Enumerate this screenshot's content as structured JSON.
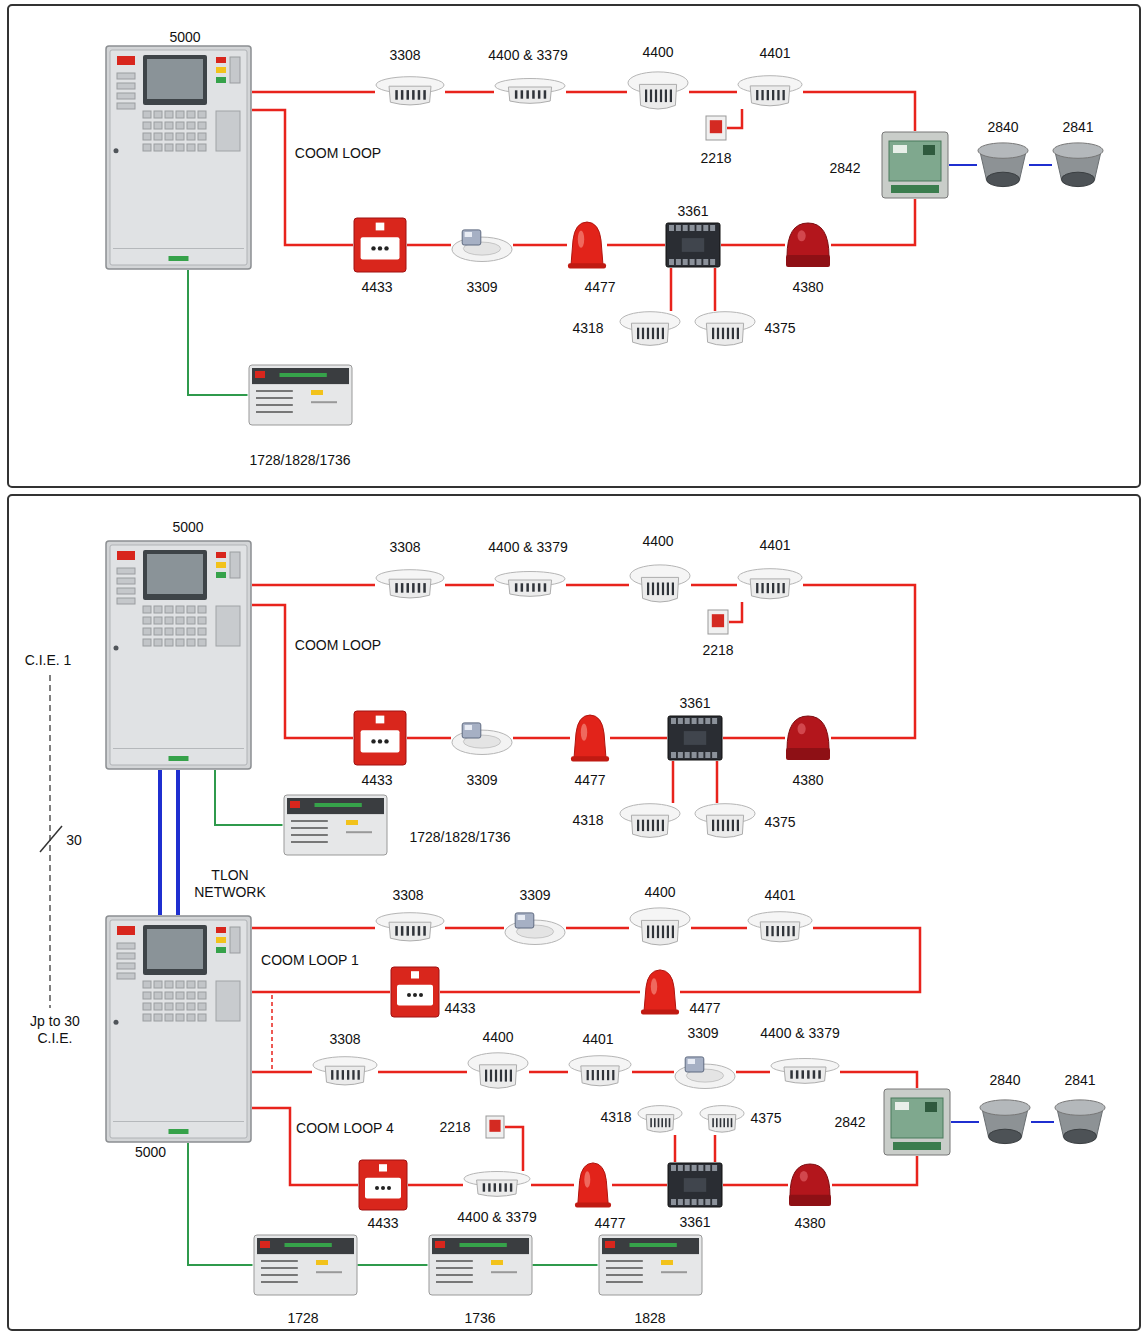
{
  "diagram": {
    "nodes": [
      {
        "text": [
          "5000"
        ]
      },
      {
        "text": [
          "3308"
        ]
      },
      {
        "text": [
          "4400 & 3379"
        ]
      },
      {
        "text": [
          "4400"
        ]
      },
      {
        "text": [
          "4401"
        ]
      },
      {
        "text": [
          "2218"
        ]
      },
      {
        "text": [
          "2842"
        ]
      },
      {
        "text": [
          "2840"
        ]
      },
      {
        "text": [
          "2841"
        ]
      },
      {
        "text": [
          "4433"
        ]
      },
      {
        "text": [
          "3309"
        ]
      },
      {
        "text": [
          "4477"
        ]
      },
      {
        "text": [
          "3361"
        ]
      },
      {
        "text": [
          "4318"
        ]
      },
      {
        "text": [
          "4375"
        ]
      },
      {
        "text": [
          "4380"
        ]
      },
      {
        "text": [
          "1728/1828/1736"
        ]
      },
      {
        "text": [
          "5000"
        ]
      },
      {
        "text": [
          "3308"
        ]
      },
      {
        "text": [
          "4400 & 3379"
        ]
      },
      {
        "text": [
          "4400"
        ]
      },
      {
        "text": [
          "4401"
        ]
      },
      {
        "text": [
          "2218"
        ]
      },
      {
        "text": [
          "4433"
        ]
      },
      {
        "text": [
          "3309"
        ]
      },
      {
        "text": [
          "4477"
        ]
      },
      {
        "text": [
          "3361"
        ]
      },
      {
        "text": [
          "4318"
        ]
      },
      {
        "text": [
          "4375"
        ]
      },
      {
        "text": [
          "4380"
        ]
      },
      {
        "text": [
          "1728/1828/1736"
        ]
      },
      {
        "text": [
          "5000"
        ]
      },
      {
        "text": [
          "3308"
        ]
      },
      {
        "text": [
          "3309"
        ]
      },
      {
        "text": [
          "4400"
        ]
      },
      {
        "text": [
          "4401"
        ]
      },
      {
        "text": [
          "4433"
        ]
      },
      {
        "text": [
          "4477"
        ]
      },
      {
        "text": [
          "3308"
        ]
      },
      {
        "text": [
          "4400"
        ]
      },
      {
        "text": [
          "4401"
        ]
      },
      {
        "text": [
          "3309"
        ]
      },
      {
        "text": [
          "4400 & 3379"
        ]
      },
      {
        "text": [
          "2842"
        ]
      },
      {
        "text": [
          "2840"
        ]
      },
      {
        "text": [
          "2841"
        ]
      },
      {
        "text": [
          "4318"
        ]
      },
      {
        "text": [
          "4375"
        ]
      },
      {
        "text": [
          "4433"
        ]
      },
      {
        "text": [
          "4400 & 3379"
        ]
      },
      {
        "text": [
          "2218"
        ]
      },
      {
        "text": [
          "4477"
        ]
      },
      {
        "text": [
          "3361"
        ]
      },
      {
        "text": [
          "4380"
        ]
      },
      {
        "text": [
          "1728"
        ]
      },
      {
        "text": [
          "1736"
        ]
      },
      {
        "text": [
          "1828"
        ]
      }
    ],
    "edges": [
      {
        "from": 0,
        "to": 1,
        "arrow": "none"
      },
      {
        "from": 1,
        "to": 2,
        "arrow": "none"
      },
      {
        "from": 2,
        "to": 3,
        "arrow": "none"
      },
      {
        "from": 3,
        "to": 4,
        "arrow": "none"
      },
      {
        "from": 4,
        "to": 6,
        "arrow": "none"
      },
      {
        "from": 4,
        "to": 5,
        "arrow": "none"
      },
      {
        "from": 6,
        "to": 7,
        "arrow": "none"
      },
      {
        "from": 7,
        "to": 8,
        "arrow": "none"
      },
      {
        "from": 0,
        "to": 9,
        "arrow": "none"
      },
      {
        "from": 9,
        "to": 10,
        "arrow": "none"
      },
      {
        "from": 10,
        "to": 11,
        "arrow": "none"
      },
      {
        "from": 11,
        "to": 12,
        "arrow": "none"
      },
      {
        "from": 12,
        "to": 15,
        "arrow": "none"
      },
      {
        "from": 15,
        "to": 6,
        "arrow": "none"
      },
      {
        "from": 12,
        "to": 13,
        "arrow": "none"
      },
      {
        "from": 12,
        "to": 14,
        "arrow": "none"
      },
      {
        "from": 0,
        "to": 16,
        "arrow": "none"
      },
      {
        "from": 17,
        "to": 18,
        "arrow": "none"
      },
      {
        "from": 18,
        "to": 19,
        "arrow": "none"
      },
      {
        "from": 19,
        "to": 20,
        "arrow": "none"
      },
      {
        "from": 20,
        "to": 21,
        "arrow": "none"
      },
      {
        "from": 21,
        "to": 22,
        "arrow": "none"
      },
      {
        "from": 21,
        "to": 29,
        "arrow": "none"
      },
      {
        "from": 17,
        "to": 23,
        "arrow": "none"
      },
      {
        "from": 23,
        "to": 24,
        "arrow": "none"
      },
      {
        "from": 24,
        "to": 25,
        "arrow": "none"
      },
      {
        "from": 25,
        "to": 26,
        "arrow": "none"
      },
      {
        "from": 26,
        "to": 29,
        "arrow": "none"
      },
      {
        "from": 26,
        "to": 27,
        "arrow": "none"
      },
      {
        "from": 26,
        "to": 28,
        "arrow": "none"
      },
      {
        "from": 17,
        "to": 30,
        "arrow": "none"
      },
      {
        "from": 17,
        "to": 31,
        "arrow": "none"
      },
      {
        "from": 31,
        "to": 32,
        "arrow": "none"
      },
      {
        "from": 32,
        "to": 33,
        "arrow": "none"
      },
      {
        "from": 33,
        "to": 34,
        "arrow": "none"
      },
      {
        "from": 34,
        "to": 35,
        "arrow": "none"
      },
      {
        "from": 35,
        "to": 37,
        "arrow": "none"
      },
      {
        "from": 37,
        "to": 36,
        "arrow": "none"
      },
      {
        "from": 36,
        "to": 31,
        "arrow": "none"
      },
      {
        "from": 31,
        "to": 38,
        "arrow": "none"
      },
      {
        "from": 38,
        "to": 39,
        "arrow": "none"
      },
      {
        "from": 39,
        "to": 40,
        "arrow": "none"
      },
      {
        "from": 40,
        "to": 41,
        "arrow": "none"
      },
      {
        "from": 41,
        "to": 42,
        "arrow": "none"
      },
      {
        "from": 42,
        "to": 43,
        "arrow": "none"
      },
      {
        "from": 43,
        "to": 44,
        "arrow": "none"
      },
      {
        "from": 44,
        "to": 45,
        "arrow": "none"
      },
      {
        "from": 31,
        "to": 48,
        "arrow": "none"
      },
      {
        "from": 48,
        "to": 49,
        "arrow": "none"
      },
      {
        "from": 49,
        "to": 50,
        "arrow": "none"
      },
      {
        "from": 49,
        "to": 51,
        "arrow": "none"
      },
      {
        "from": 51,
        "to": 52,
        "arrow": "none"
      },
      {
        "from": 52,
        "to": 53,
        "arrow": "none"
      },
      {
        "from": 53,
        "to": 43,
        "arrow": "none"
      },
      {
        "from": 52,
        "to": 46,
        "arrow": "none"
      },
      {
        "from": 52,
        "to": 47,
        "arrow": "none"
      },
      {
        "from": 31,
        "to": 54,
        "arrow": "none"
      },
      {
        "from": 54,
        "to": 55,
        "arrow": "none"
      },
      {
        "from": 55,
        "to": 56,
        "arrow": "none"
      }
    ],
    "labels": [
      "COOM LOOP",
      "COOM LOOP",
      "C.I.E. 1",
      "30",
      "TLON NETWORK",
      "COOM LOOP 1",
      "Jp to 30 C.I.E.",
      "COOM LOOP 4"
    ]
  }
}
